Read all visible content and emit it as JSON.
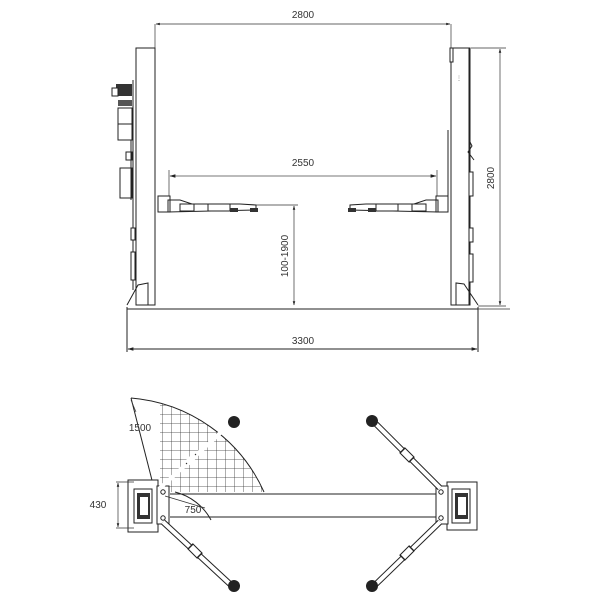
{
  "figure": {
    "subject": "Two-post car lift technical drawing",
    "views": [
      "front-elevation",
      "top-plan"
    ]
  },
  "front_view": {
    "dimensions": {
      "column_inner_width": "2800",
      "overall_height": "2800",
      "arm_span": "2550",
      "lift_height_range": "100-1900",
      "base_width": "3300"
    }
  },
  "top_view": {
    "dimensions": {
      "arm_max_reach": "1500",
      "arm_min_reach": "750",
      "column_depth": "430"
    }
  },
  "colors": {
    "line": "#222222",
    "text": "#333333",
    "background": "#ffffff"
  }
}
